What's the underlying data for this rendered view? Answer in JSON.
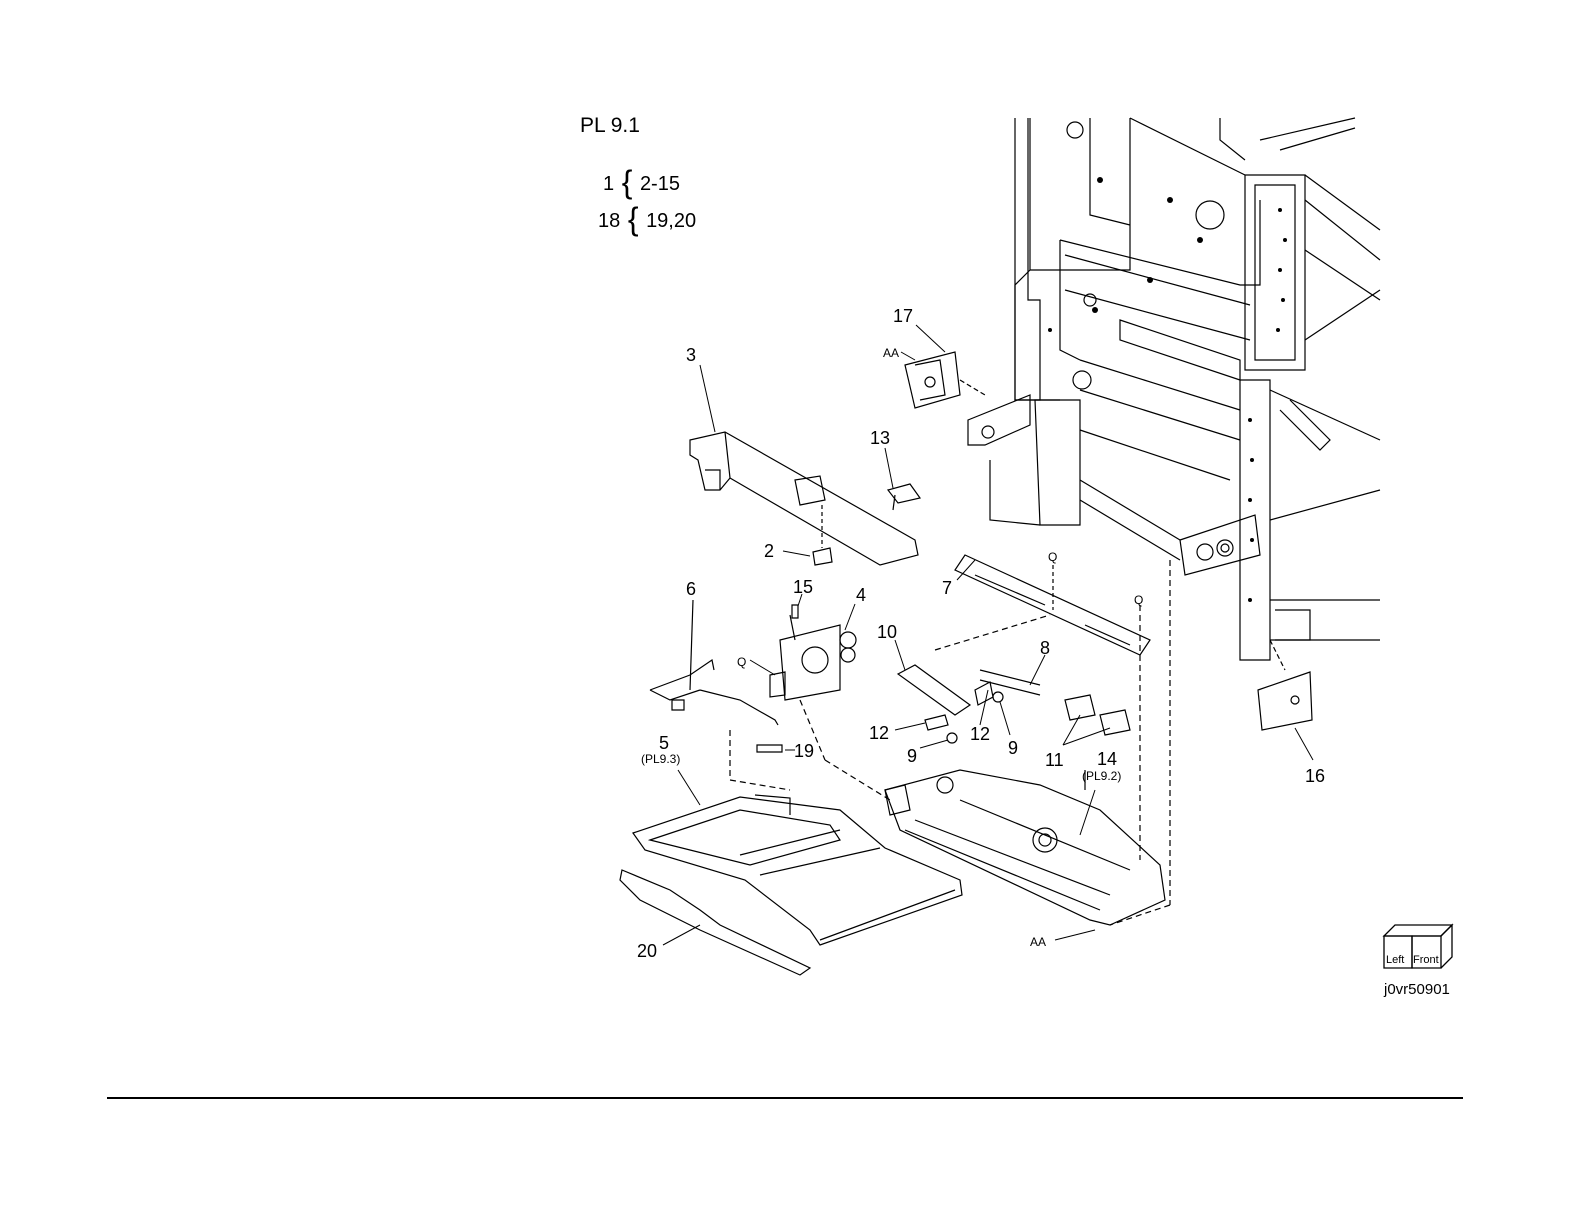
{
  "header": {
    "pl_label": "PL 9.1",
    "refs": [
      {
        "parent": "1",
        "children": "2-15"
      },
      {
        "parent": "18",
        "children": "19,20"
      }
    ]
  },
  "callouts": {
    "c1": "1",
    "c2": "2",
    "c3": "3",
    "c4": "4",
    "c5": "5",
    "c5_ref": "(PL9.3)",
    "c6": "6",
    "c7": "7",
    "c8": "8",
    "c9a": "9",
    "c9b": "9",
    "c10": "10",
    "c11": "11",
    "c12a": "12",
    "c12b": "12",
    "c13": "13",
    "c14": "14",
    "c14_ref": "(PL9.2)",
    "c15": "15",
    "c16": "16",
    "c17": "17",
    "c19": "19",
    "c20": "20",
    "aa_top": "AA",
    "aa_bottom": "AA",
    "q_left": "Q",
    "q_mid": "Q",
    "q_right": "Q"
  },
  "orientation": {
    "left": "Left",
    "front": "Front"
  },
  "drawing_code": "j0vr50901"
}
